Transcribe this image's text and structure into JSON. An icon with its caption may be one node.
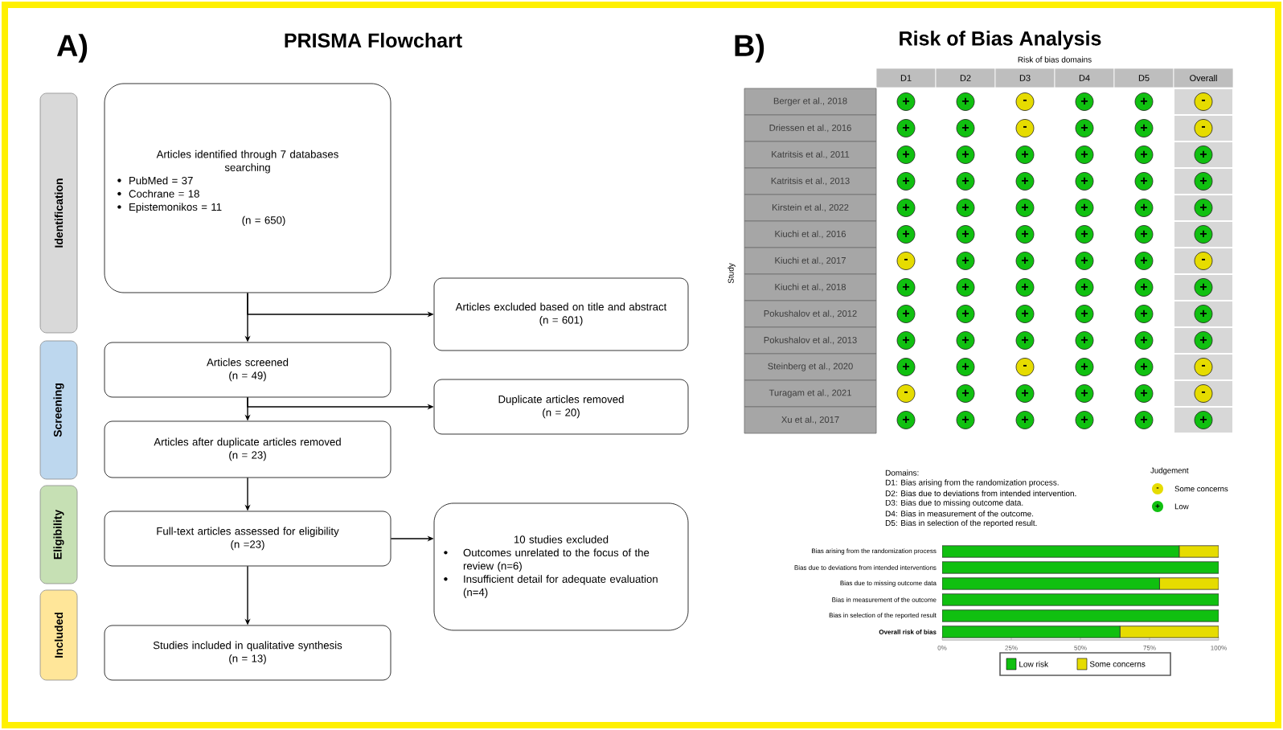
{
  "diagram": {
    "nodes": [
      {
        "text": [
          "Identification"
        ]
      },
      {
        "text": [
          "Articles identified through 7 databases searching",
          "PubMed = 37",
          "Cochrane = 18",
          "Epistemonikos = 11",
          "(n = 650)"
        ]
      },
      {
        "text": [
          "Articles excluded based on title and abstract",
          "(n = 601)"
        ]
      },
      {
        "text": [
          "Screening"
        ]
      },
      {
        "text": [
          "Articles screened",
          "(n = 49)"
        ]
      },
      {
        "text": [
          "Duplicate articles removed",
          "(n = 20)"
        ]
      },
      {
        "text": [
          "Articles after duplicate articles removed",
          "(n = 23)"
        ]
      },
      {
        "text": [
          "Eligibility"
        ]
      },
      {
        "text": [
          "Full-text articles assessed for eligibility",
          "(n =23)"
        ]
      },
      {
        "text": [
          "10 studies excluded",
          "Outcomes unrelated to the focus of the review (n=6)",
          "Insufficient detail for adequate evaluation (n=4)"
        ]
      },
      {
        "text": [
          "Included"
        ]
      },
      {
        "text": [
          "Studies included in qualitative synthesis",
          "(n = 13)"
        ]
      }
    ],
    "edges": [
      {
        "from": 1,
        "to": 4,
        "arrow": "to"
      },
      {
        "from": 1,
        "to": 2,
        "arrow": "to"
      },
      {
        "from": 4,
        "to": 6,
        "arrow": "to"
      },
      {
        "from": 4,
        "to": 5,
        "arrow": "to"
      },
      {
        "from": 6,
        "to": 8,
        "arrow": "to"
      },
      {
        "from": 8,
        "to": 9,
        "arrow": "to"
      },
      {
        "from": 8,
        "to": 11,
        "arrow": "to"
      }
    ],
    "labels": [
      "A)",
      "PRISMA Flowchart",
      "B)",
      "Risk of Bias Analysis",
      "Risk of bias domains",
      "D1",
      "D2",
      "D3",
      "D4",
      "D5",
      "Overall",
      "Berger et al., 2018",
      "+",
      "+",
      "-",
      "+",
      "+",
      "-",
      "Driessen et al., 2016",
      "+",
      "+",
      "-",
      "+",
      "+",
      "-",
      "Katritsis et al., 2011",
      "+",
      "+",
      "+",
      "+",
      "+",
      "+",
      "Katritsis et al., 2013",
      "+",
      "+",
      "+",
      "+",
      "+",
      "+",
      "Kirstein et al., 2022",
      "+",
      "+",
      "+",
      "+",
      "+",
      "+",
      "Kiuchi et al., 2016",
      "+",
      "+",
      "+",
      "+",
      "+",
      "+",
      "Kiuchi et al., 2017",
      "-",
      "+",
      "+",
      "+",
      "+",
      "-",
      "Kiuchi et al., 2018",
      "+",
      "+",
      "+",
      "+",
      "+",
      "+",
      "Pokushalov et al., 2012",
      "+",
      "+",
      "+",
      "+",
      "+",
      "+",
      "Pokushalov et al., 2013",
      "+",
      "+",
      "+",
      "+",
      "+",
      "+",
      "Steinberg et al., 2020",
      "+",
      "+",
      "-",
      "+",
      "+",
      "-",
      "Turagam et al., 2021",
      "-",
      "+",
      "+",
      "+",
      "+",
      "-",
      "Xu et al., 2017",
      "+",
      "+",
      "+",
      "+",
      "+",
      "+",
      "Study",
      "Domains:",
      "D1: Bias arising from the randomization process.",
      "D2: Bias due to deviations from intended intervention.",
      "D3: Bias due to missing outcome data.",
      "D4: Bias in measurement of the outcome.",
      "D5: Bias in selection of the reported result.",
      "Judgement",
      "-",
      "+"
    ],
    "legend": [
      {
        "text": "Some concerns",
        "color": "#e6dc00"
      },
      {
        "text": "Low",
        "color": "#10c010"
      }
    ],
    "chart_data": {
      "type": "bar",
      "orientation": "horizontal",
      "stacked": true,
      "categories": [
        "Bias arising from the randomization process",
        "Bias due to deviations from intended interventions",
        "Bias due to missing outcome data",
        "Bias in measurement of the outcome",
        "Bias in selection of the reported result",
        "Overall risk of bias"
      ],
      "series": [
        {
          "name": "Low risk",
          "color": "#10c010",
          "values": [
            85.7,
            100,
            78.6,
            100,
            100,
            64.3
          ]
        },
        {
          "name": "Some concerns",
          "color": "#e6dc00",
          "values": [
            14.3,
            0,
            21.4,
            0,
            0,
            35.7
          ]
        }
      ],
      "xlim": [
        0,
        100
      ],
      "xticks": [
        {
          "value": 0,
          "label": "0%"
        },
        {
          "value": 25,
          "label": "25%"
        },
        {
          "value": 50,
          "label": "50%"
        },
        {
          "value": 75,
          "label": "75%"
        },
        {
          "value": 100,
          "label": "100%"
        }
      ]
    }
  }
}
